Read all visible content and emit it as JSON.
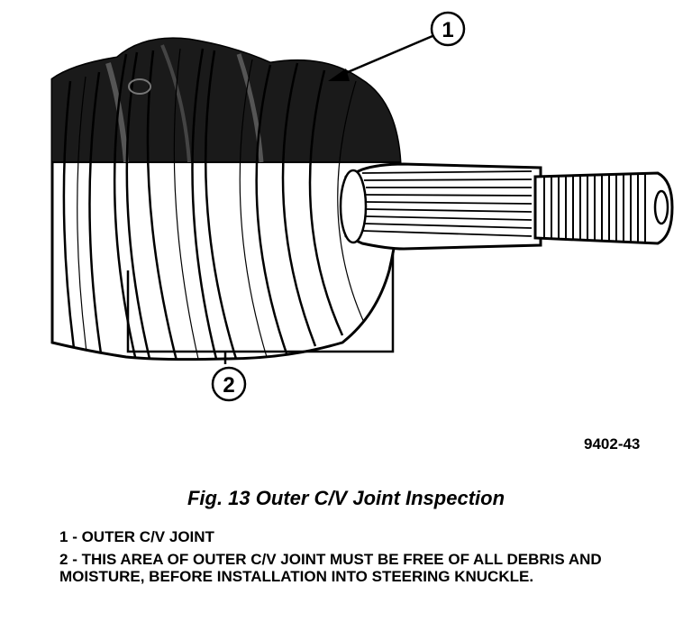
{
  "figure": {
    "callouts": [
      {
        "number": "1",
        "target": "outer-cv-joint-boot"
      },
      {
        "number": "2",
        "target": "inspection-area"
      }
    ],
    "figure_id": "9402-43"
  },
  "caption": {
    "text": "Fig. 13 Outer C/V Joint Inspection"
  },
  "legend": {
    "items": [
      {
        "number": "1",
        "separator": " - ",
        "text": "OUTER C/V JOINT"
      },
      {
        "number": "2",
        "separator": " - ",
        "text": "THIS AREA OF OUTER C/V JOINT MUST BE FREE OF ALL DEBRIS AND MOISTURE, BEFORE INSTALLATION INTO STEERING KNUCKLE."
      }
    ]
  }
}
